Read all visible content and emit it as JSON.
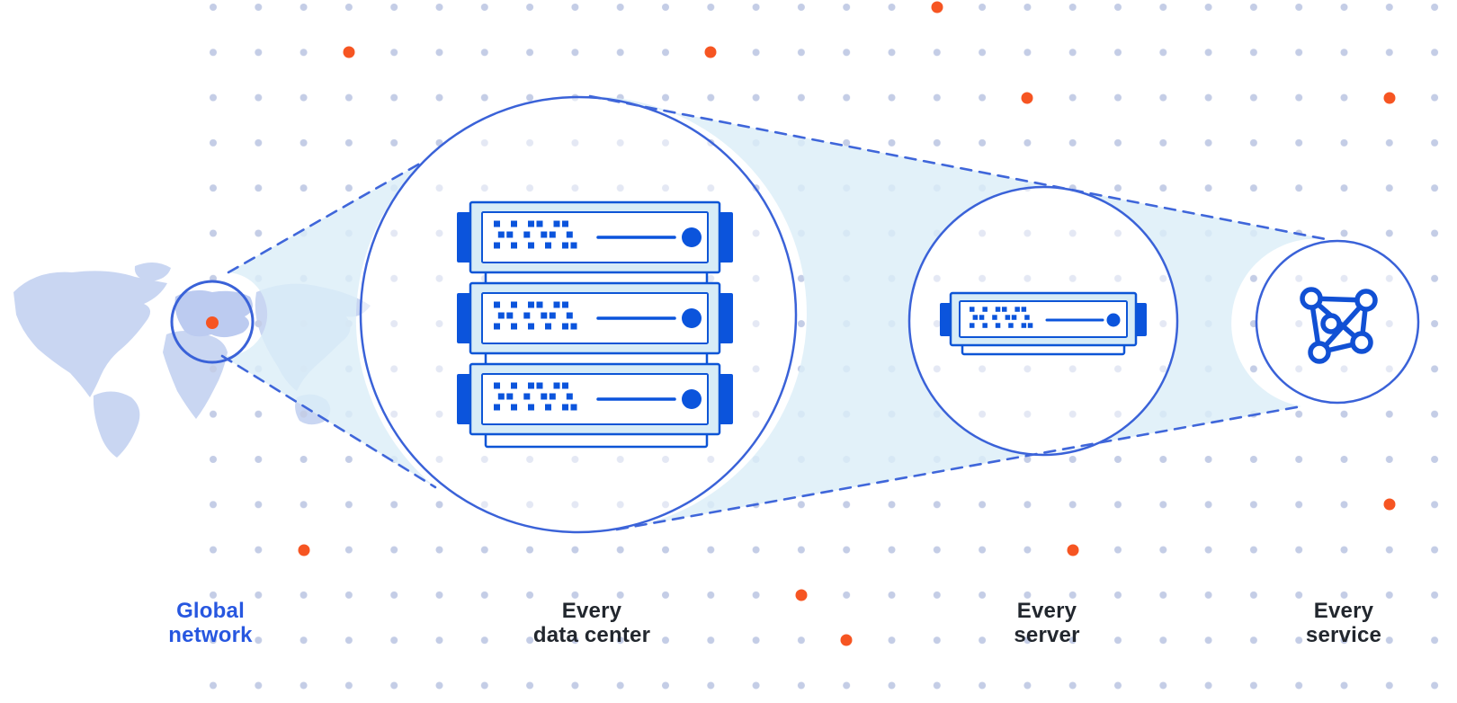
{
  "diagram": {
    "description": "Network zoom diagram: world map with highlighted region expanding to a data center rack, a single server, and a service mesh",
    "stages": [
      {
        "id": "global-network",
        "label_line1": "Global",
        "label_line2": "network",
        "icon": "world-map-with-highlight-circle"
      },
      {
        "id": "every-data-center",
        "label_line1": "Every",
        "label_line2": "data center",
        "icon": "server-rack-icon"
      },
      {
        "id": "every-server",
        "label_line1": "Every",
        "label_line2": "server",
        "icon": "server-icon"
      },
      {
        "id": "every-service",
        "label_line1": "Every",
        "label_line2": "service",
        "icon": "network-mesh-icon"
      }
    ],
    "colors": {
      "label_blue": "#2757e0",
      "label_dark": "#22272e",
      "circle_stroke": "#3a62d8",
      "dashed_line": "#3f66da",
      "server_border": "#0d55d6",
      "server_solid_blue": "#0b54dc",
      "server_panel_fill": "#d7ecf7",
      "cone_fill": "#dceef8",
      "map_fill": "#c9d6f2",
      "grid_dot": "#c4cde6",
      "accent_orange": "#f65522",
      "background": "#ffffff"
    }
  }
}
